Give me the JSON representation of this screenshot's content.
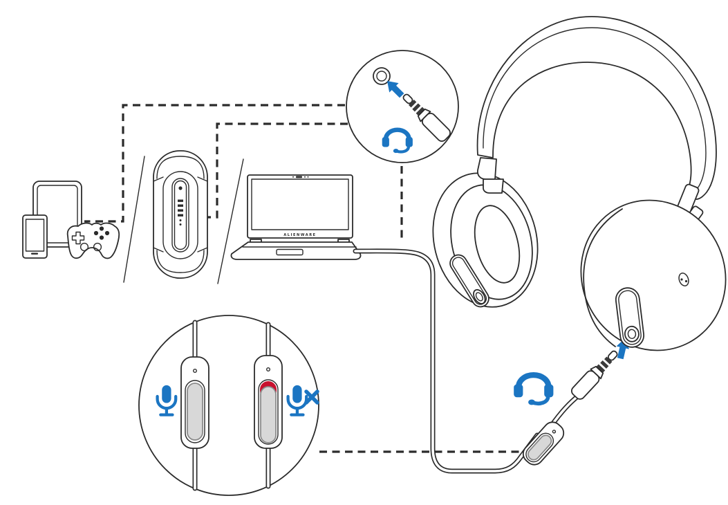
{
  "colors": {
    "line": "#2b2b2b",
    "accent_blue": "#1b75c2",
    "alert_red": "#c8102e",
    "slider_gray": "#d8d8d8",
    "slider_stroke": "#8a8a8a"
  },
  "laptop": {
    "brand_label": "ALIENWARE"
  },
  "figures": {
    "sources": [
      "tablet",
      "smartphone",
      "game-controller",
      "gaming-console",
      "laptop"
    ],
    "insets": [
      "audio-jack-plug-into-port",
      "inline-remote-mic-on-and-muted"
    ],
    "headset": "over-ear-headset-with-35mm-cable"
  },
  "icons": {
    "headset": "headset-with-mic",
    "mic_on": "microphone",
    "mic_muted": "microphone-muted-x",
    "arrow": "insert-direction-arrow"
  }
}
